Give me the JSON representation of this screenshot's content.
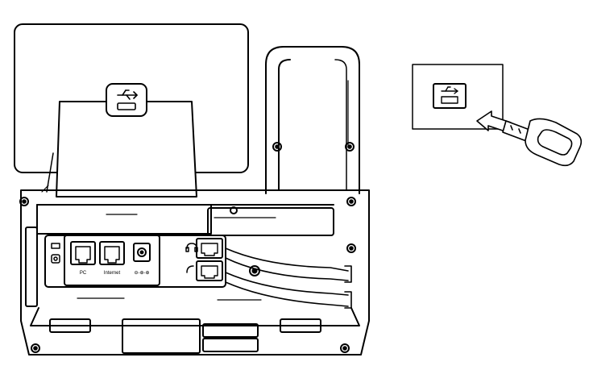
{
  "figure": {
    "line_color": "#000000",
    "background": "#ffffff",
    "port_labels": {
      "pc": "PC",
      "internet": "Internet"
    },
    "power_symbol": "⊖-⊕-⊕",
    "icons": [
      "usb-icon",
      "handset-icon",
      "headset-icon",
      "lock-slot-icon",
      "usb-flash-drive",
      "insert-arrow"
    ]
  }
}
